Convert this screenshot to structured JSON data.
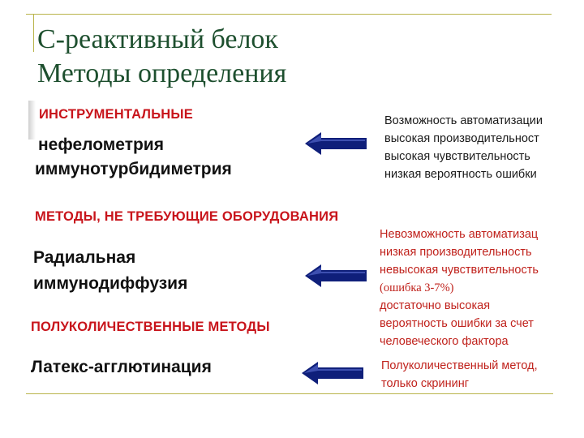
{
  "title": {
    "line1": "С-реактивный белок",
    "line2": "Методы определения"
  },
  "sections": [
    {
      "heading": "ИНСТРУМЕНТАЛЬНЫЕ",
      "methods": [
        "нефелометрия",
        "иммунотурбидиметрия"
      ],
      "notes": [
        "Возможность автоматизации",
        "высокая производительност",
        "высокая чувствительность",
        "низкая вероятность ошибки"
      ]
    },
    {
      "heading": "МЕТОДЫ, НЕ ТРЕБУЮЩИЕ ОБОРУДОВАНИЯ",
      "methods": [
        "Радиальная",
        "иммунодиффузия"
      ],
      "notes": [
        "Невозможность автоматизац",
        "низкая производительность",
        "невысокая чувствительность",
        "(ошибка 3-7%)",
        "достаточно высокая",
        "вероятность ошибки за счет",
        "человеческого фактора"
      ]
    },
    {
      "heading": "ПОЛУКОЛИЧЕСТВЕННЫЕ МЕТОДЫ",
      "methods": [
        "Латекс-агглютинация"
      ],
      "notes": [
        "Полуколичественный метод,",
        "только скрининг"
      ]
    }
  ],
  "colors": {
    "title": "#1d4f2e",
    "heading": "#c8141b",
    "arrow": "#0f1f7a",
    "rule": "#b9b34a"
  },
  "icons": [
    "left-arrow-icon",
    "left-arrow-icon",
    "left-arrow-icon"
  ]
}
